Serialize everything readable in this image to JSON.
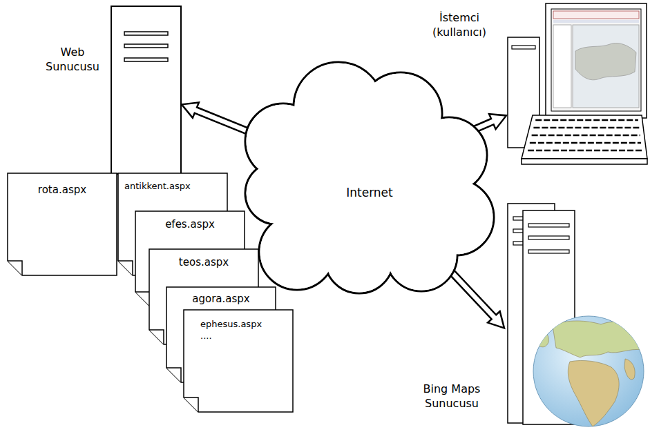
{
  "diagram": {
    "nodes": [
      {
        "text": [
          "Web Sunucusu"
        ]
      },
      {
        "text": [
          "rota.aspx"
        ]
      },
      {
        "text": [
          "antikkent.aspx"
        ]
      },
      {
        "text": [
          "efes.aspx"
        ]
      },
      {
        "text": [
          "teos.aspx"
        ]
      },
      {
        "text": [
          "agora.aspx"
        ]
      },
      {
        "text": [
          "ephesus.aspx",
          "...."
        ]
      },
      {
        "text": [
          "Internet"
        ]
      },
      {
        "text": [
          "İstemci (kullanıcı)"
        ]
      },
      {
        "text": [
          "Bing Maps Sunucusu"
        ]
      }
    ],
    "edges": [
      {
        "from": 0,
        "to": 7,
        "arrow": "both"
      },
      {
        "from": 7,
        "to": 8,
        "arrow": "both"
      },
      {
        "from": 7,
        "to": 9,
        "arrow": "both"
      }
    ]
  }
}
